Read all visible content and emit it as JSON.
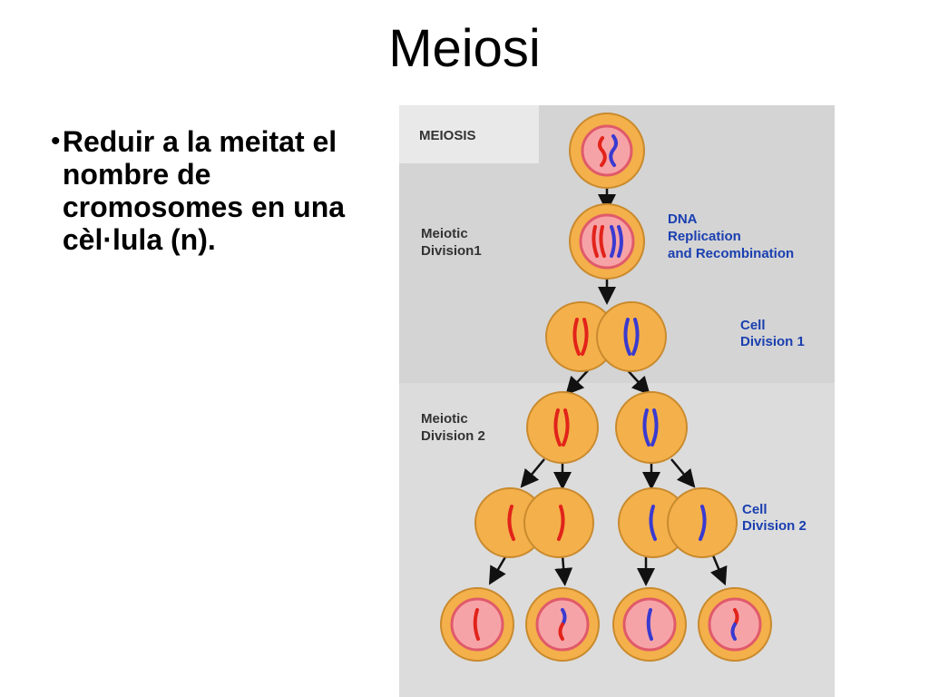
{
  "slide": {
    "title": "Meiosi",
    "bullet": "Reduir a la meitat el nombre de cromosomes en una cèl·lula (n)."
  },
  "diagram": {
    "header": "MEIOSIS",
    "stage_labels": [
      [
        "Meiotic",
        "Division1"
      ],
      [
        "Meiotic",
        "Division 2"
      ]
    ],
    "event_labels": [
      [
        "DNA",
        "Replication",
        "and Recombination"
      ],
      [
        "Cell",
        "Division 1"
      ],
      [
        "Cell",
        "Division 2"
      ]
    ],
    "colors": {
      "background": "#d4d4d4",
      "header_box": "#e9e9e9",
      "cell_fill": "#f4b04a",
      "cell_edge": "#c98a2e",
      "nucleus": "#f6a3a8",
      "nucleus_edge": "#e05a6a",
      "chromosome_red": "#e2231a",
      "chromosome_blue": "#3a3ad0",
      "label_blue": "#1a3fb0",
      "label_dark": "#333333"
    }
  }
}
